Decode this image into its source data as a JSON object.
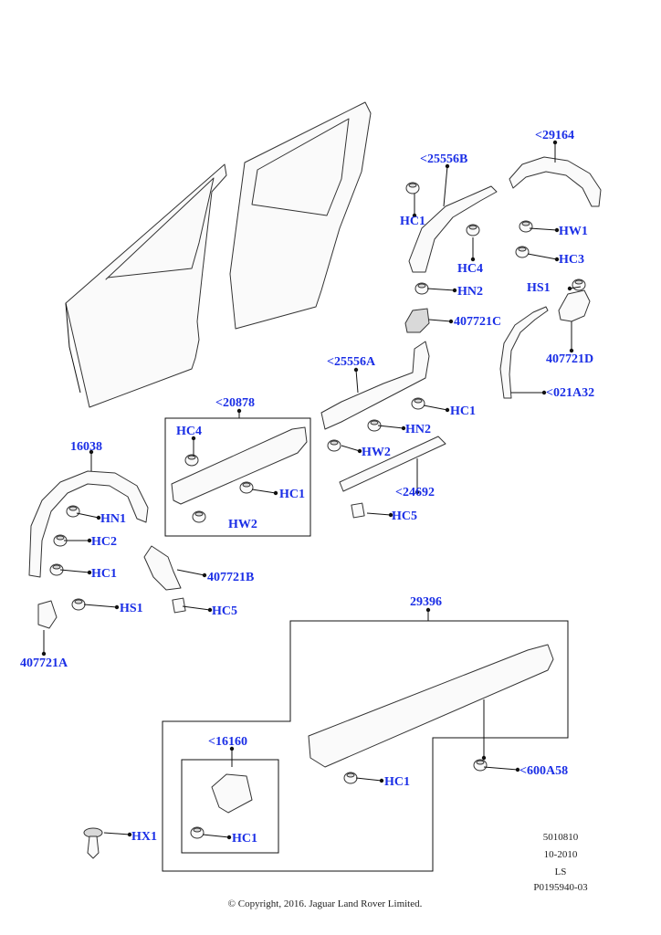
{
  "labels": {
    "p29164": "<29164",
    "p25556B": "<25556B",
    "hc1_top": "HC1",
    "hc4_top": "HC4",
    "hw1": "HW1",
    "hc3": "HC3",
    "hn2_top": "HN2",
    "hs1_right": "HS1",
    "p407721C": "407721C",
    "p407721D": "407721D",
    "p021A32": "<021A32",
    "p25556A": "<25556A",
    "hc1_mid": "HC1",
    "hn2_mid": "HN2",
    "hw2_mid": "HW2",
    "p24692": "<24692",
    "hc5_mid": "HC5",
    "p20878": "<20878",
    "hc4_box": "HC4",
    "hc1_box": "HC1",
    "hw2_box": "HW2",
    "p16038": "16038",
    "hn1": "HN1",
    "hc2": "HC2",
    "hc1_left": "HC1",
    "p407721B": "407721B",
    "hs1_left": "HS1",
    "hc5_left": "HC5",
    "p407721A": "407721A",
    "p29396": "29396",
    "p16160": "<16160",
    "hc1_step": "HC1",
    "p600A58": "<600A58",
    "hc1_inner": "HC1",
    "hx1": "HX1"
  },
  "meta": {
    "code1": "5010810",
    "code2": "10-2010",
    "code3": "LS",
    "code4": "P0195940-03",
    "copyright": "© Copyright, 2016. Jaguar Land Rover Limited."
  }
}
